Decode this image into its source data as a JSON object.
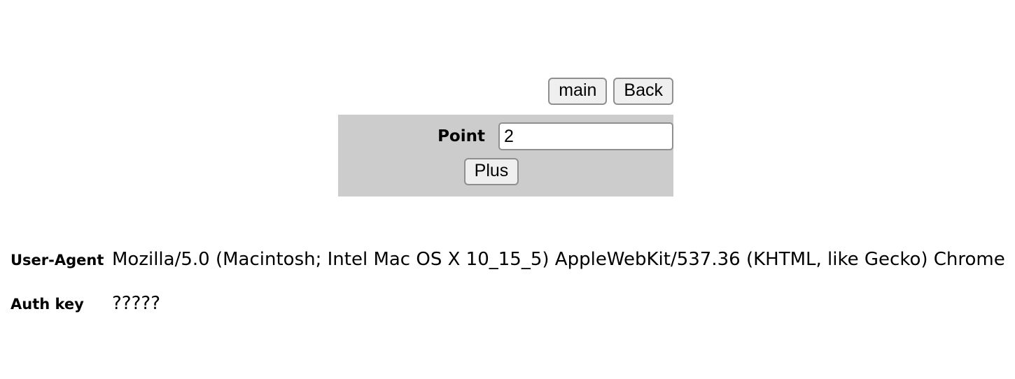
{
  "page": {
    "background_color": "#ffffff",
    "panel_color": "#cccccc",
    "button_face_color": "#efefef",
    "button_border_color": "#8f8f8f"
  },
  "nav": {
    "main_label": "main",
    "back_label": "Back"
  },
  "form": {
    "point_label": "Point",
    "point_value": "2",
    "point_placeholder": "",
    "plus_label": "Plus"
  },
  "info": {
    "rows": [
      {
        "label": "User-Agent",
        "value": "Mozilla/5.0 (Macintosh; Intel Mac OS X 10_15_5) AppleWebKit/537.36 (KHTML, like Gecko) Chrome"
      },
      {
        "label": "Auth key",
        "value": "?????"
      }
    ]
  }
}
